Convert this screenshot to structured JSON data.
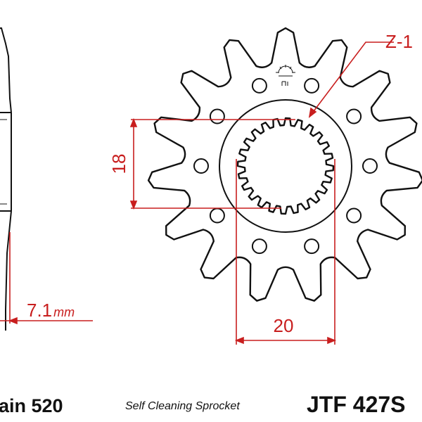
{
  "dimensions": {
    "height_label": "18",
    "width_label": "20",
    "thickness_value": "7.1",
    "thickness_unit": "mm",
    "teeth_label": "Z-1"
  },
  "captions": {
    "chain": "ain 520",
    "type": "Self Cleaning Sprocket",
    "part": "JTF 427S"
  },
  "colors": {
    "outline": "#111111",
    "dimension": "#c81e1e",
    "background": "#ffffff"
  }
}
